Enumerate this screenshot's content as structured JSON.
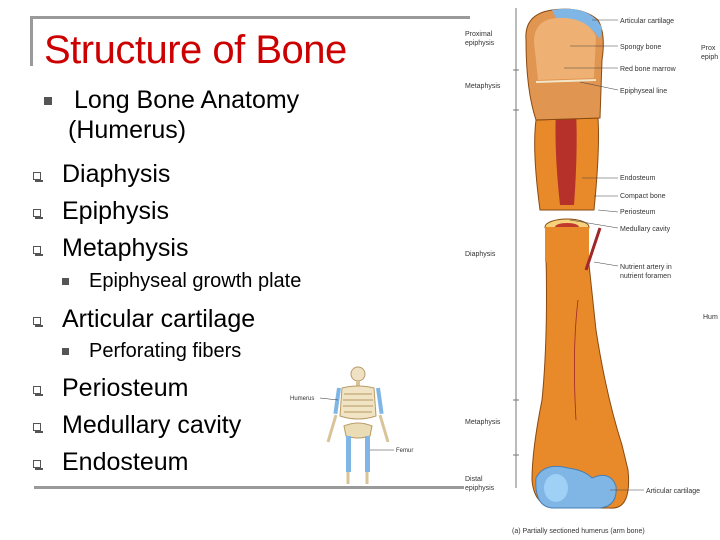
{
  "slide": {
    "title": "Structure of Bone",
    "heading": {
      "line1": "Long Bone Anatomy",
      "line2": "(Humerus)"
    },
    "bullets": [
      "Diaphysis",
      "Epiphysis",
      "Metaphysis"
    ],
    "sub_bullet_1": "Epiphyseal growth plate",
    "bullet_articular": "Articular cartilage",
    "sub_bullet_2": "Perforating fibers",
    "bullets_2": [
      "Periosteum",
      "Medullary cavity",
      "Endosteum"
    ]
  },
  "skeleton_figure": {
    "labels": [
      "Humerus",
      "Femur"
    ]
  },
  "humerus_figure": {
    "left_labels": [
      "Proximal",
      "epiphysis",
      "Metaphysis",
      "Diaphysis",
      "Metaphysis",
      "Distal",
      "epiphysis"
    ],
    "right_labels": [
      "Articular cartilage",
      "Spongy  bone",
      "Red bone marrow",
      "Epiphyseal line",
      "Endosteum",
      "Compact bone",
      "Periosteum",
      "Medullary cavity",
      "Nutrient artery in",
      "nutrient foramen",
      "Articular cartilage"
    ],
    "edge_labels": [
      "Prox",
      "epiph",
      "Hum"
    ],
    "caption": "(a) Partially sectioned humerus (arm bone)"
  },
  "colors": {
    "title": "#cc0000",
    "bone": "#e8892a",
    "cartilage": "#7fb6e6",
    "marrow": "#c0392b"
  }
}
